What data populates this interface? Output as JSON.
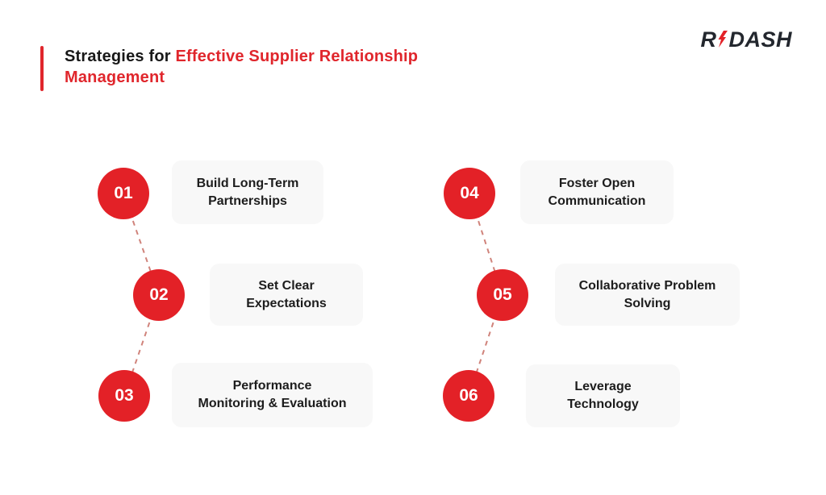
{
  "header": {
    "title_black": "Strategies for",
    "title_red": "Effective Supplier Relationship Management"
  },
  "logo": {
    "prefix": "R",
    "suffix": "DASH",
    "bolt_icon": "lightning-bolt",
    "text_color": "#23272e",
    "bolt_color": "#e32127"
  },
  "items": [
    {
      "number": "01",
      "line1": "Build Long-Term",
      "line2": "Partnerships"
    },
    {
      "number": "02",
      "line1": "Set Clear",
      "line2": "Expectations"
    },
    {
      "number": "03",
      "line1": "Performance",
      "line2": "Monitoring & Evaluation"
    },
    {
      "number": "04",
      "line1": "Foster Open",
      "line2": "Communication"
    },
    {
      "number": "05",
      "line1": "Collaborative Problem",
      "line2": "Solving"
    },
    {
      "number": "06",
      "line1": "Leverage",
      "line2": "Technology"
    }
  ],
  "colors": {
    "accent": "#e0262c",
    "circle": "#e32127",
    "card_background": "#f8f8f8",
    "connector_dash": "#d0837b"
  }
}
